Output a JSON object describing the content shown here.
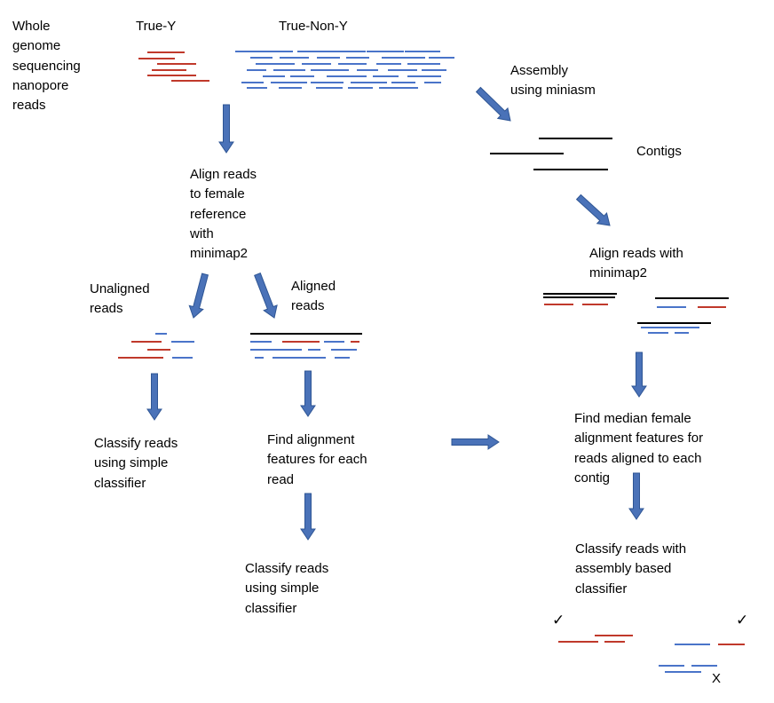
{
  "colors": {
    "y_read": "#c0392b",
    "non_y_read": "#4a74c9",
    "contig": "#000000",
    "arrow_fill": "#4a72b8",
    "arrow_stroke": "#2e5594"
  },
  "labels": {
    "wgs_reads": "Whole\ngenome\nsequencing\nnanopore\nreads",
    "true_y": "True-Y",
    "true_non_y": "True-Non-Y",
    "assembly": "Assembly\nusing miniasm",
    "contigs": "Contigs",
    "align_female": "Align reads\nto female\nreference\nwith\nminimap2",
    "unaligned": "Unaligned\nreads",
    "aligned": "Aligned\nreads",
    "align_contigs": "Align reads with\nminimap2",
    "classify_unaligned": "Classify reads\nusing simple\nclassifier",
    "find_features": "Find alignment\nfeatures for each\nread",
    "classify_aligned": "Classify reads\nusing simple\nclassifier",
    "find_median": "Find median female\nalignment features for\nreads aligned to each\ncontig",
    "classify_assembly": "Classify reads with\nassembly based\nclassifier"
  },
  "marks": {
    "check_left": "✓",
    "check_right": "✓",
    "cross": "X"
  }
}
